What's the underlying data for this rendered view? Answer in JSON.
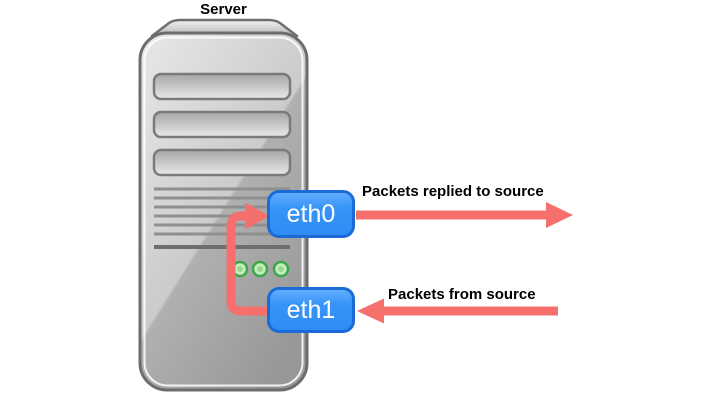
{
  "diagram": {
    "title": "Server",
    "server": {
      "drive_bay_count": 3,
      "led_count": 3
    },
    "interfaces": [
      {
        "label": "eth0"
      },
      {
        "label": "eth1"
      }
    ],
    "flows": [
      {
        "label": "Packets replied to source",
        "direction": "right",
        "interface": "eth0"
      },
      {
        "label": "Packets from source",
        "direction": "left",
        "interface": "eth1"
      }
    ],
    "colors": {
      "arrow": "#f5706d",
      "badge_border": "#1a6bd8",
      "badge_fill": "#2e8cf4",
      "badge_text": "#ffffff",
      "led_green": "#3ea64a",
      "tower_border": "#6d6d6d"
    }
  }
}
